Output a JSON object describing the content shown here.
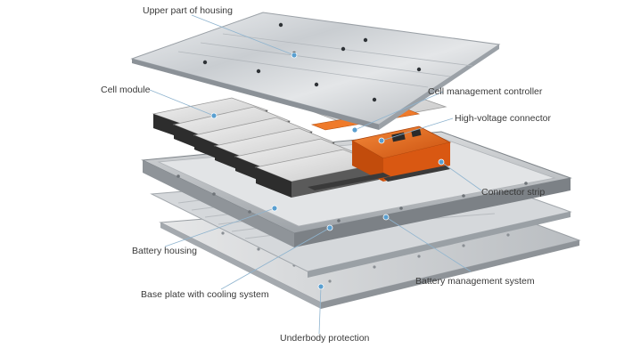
{
  "labels": {
    "upper_housing": "Upper part of housing",
    "cell_module": "Cell module",
    "cell_management_controller": "Cell management controller",
    "high_voltage_connector": "High-voltage connector",
    "connector_strip": "Connector strip",
    "battery_housing": "Battery housing",
    "base_plate_cooling": "Base plate with cooling system",
    "battery_management_system": "Battery management system",
    "underbody_protection": "Underbody protection"
  },
  "colors": {
    "leader_line": "#8fb4cf",
    "leader_dot": "#5a9fd0",
    "orange_component": "#e8661c",
    "aluminium": "#c7cbcf",
    "label_text": "#3a3a3a"
  }
}
